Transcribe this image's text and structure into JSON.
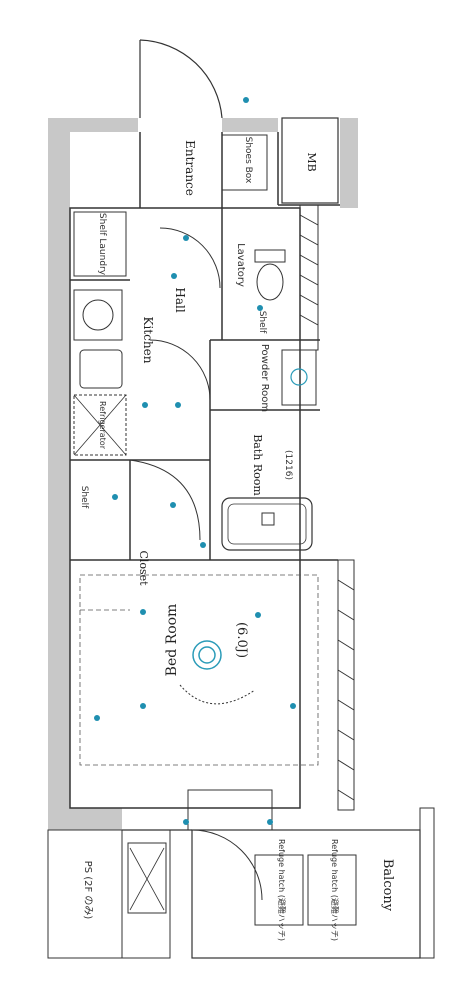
{
  "labels": {
    "entrance": "Entrance",
    "shoes_box": "Shoes Box",
    "mb": "MB",
    "shelf_laundry": "Shelf Laundry",
    "hall": "Hall",
    "lavatory": "Lavatory",
    "shelf_wc": "Shelf",
    "kitchen": "Kitchen",
    "powder_room": "Powder Room",
    "refrigerator": "Refrigerator",
    "bath_room": "Bath Room",
    "bath_size": "(1216)",
    "shelf_closet": "Shelf",
    "closet": "Closet",
    "bed_room": "Bed Room",
    "bed_size": "(6.0J)",
    "refuge_hatch_1": "Refuge hatch (避難ハッチ)",
    "refuge_hatch_2": "Refuge hatch (避難ハッチ)",
    "balcony": "Balcony",
    "floor_note": "PS (2F のみ)"
  },
  "colors": {
    "wall": "#c8c8c8",
    "line": "#333333",
    "fixture": "#2a9bb8",
    "dot": "#1f8fb0"
  }
}
